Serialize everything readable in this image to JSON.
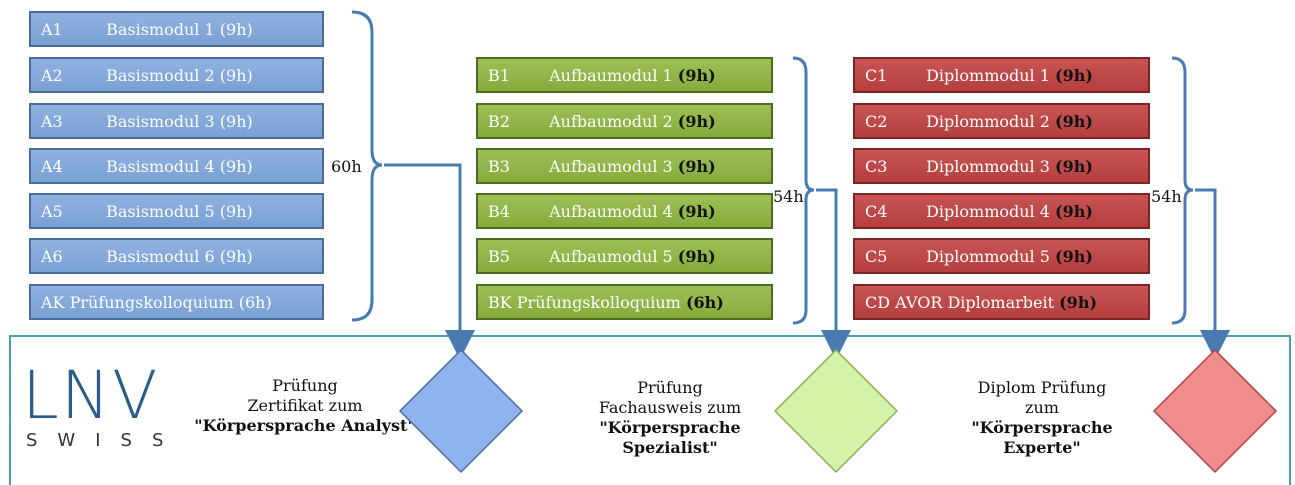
{
  "modules": {
    "a": [
      {
        "code": "A1",
        "name": "Basismodul 1",
        "hours": "(9h)"
      },
      {
        "code": "A2",
        "name": "Basismodul 2",
        "hours": "(9h)"
      },
      {
        "code": "A3",
        "name": "Basismodul 3",
        "hours": "(9h)"
      },
      {
        "code": "A4",
        "name": "Basismodul 4",
        "hours": "(9h)"
      },
      {
        "code": "A5",
        "name": "Basismodul 5",
        "hours": "(9h)"
      },
      {
        "code": "A6",
        "name": "Basismodul 6",
        "hours": "(9h)"
      },
      {
        "code": "AK",
        "name": "Prüfungskolloquium",
        "hours": "(6h)"
      }
    ],
    "b": [
      {
        "code": "B1",
        "name": "Aufbaumodul 1",
        "hours": "(9h)"
      },
      {
        "code": "B2",
        "name": "Aufbaumodul 2",
        "hours": "(9h)"
      },
      {
        "code": "B3",
        "name": "Aufbaumodul 3",
        "hours": "(9h)"
      },
      {
        "code": "B4",
        "name": "Aufbaumodul 4",
        "hours": "(9h)"
      },
      {
        "code": "B5",
        "name": "Aufbaumodul 5",
        "hours": "(9h)"
      },
      {
        "code": "BK",
        "name": "Prüfungskolloquium",
        "hours": "(6h)"
      }
    ],
    "c": [
      {
        "code": "C1",
        "name": "Diplommodul 1",
        "hours": "(9h)"
      },
      {
        "code": "C2",
        "name": "Diplommodul 2",
        "hours": "(9h)"
      },
      {
        "code": "C3",
        "name": "Diplommodul 3",
        "hours": "(9h)"
      },
      {
        "code": "C4",
        "name": "Diplommodul 4",
        "hours": "(9h)"
      },
      {
        "code": "C5",
        "name": "Diplommodul 5",
        "hours": "(9h)"
      },
      {
        "code": "CD",
        "name": "AVOR Diplomarbeit",
        "hours": "(9h)"
      }
    ]
  },
  "totals": {
    "a": "60h",
    "b": "54h",
    "c": "54h"
  },
  "exams": {
    "a": {
      "line1": "Prüfung",
      "line2": "Zertifikat zum",
      "line3": "\"Körpersprache Analyst\""
    },
    "b": {
      "line1": "Prüfung",
      "line2": "Fachausweis zum",
      "line3": "\"Körpersprache Spezialist\""
    },
    "c": {
      "line1": "Diplom Prüfung",
      "line2": "zum",
      "line3": "\"Körpersprache Experte\""
    }
  },
  "logo": {
    "main": "LNV",
    "sub": "SWISS"
  },
  "colors": {
    "a_fill": "#7aa0d4",
    "b_fill": "#86ab3c",
    "c_fill": "#b53f3f",
    "a_diamond": "#8fb3ee",
    "b_diamond": "#d4f2a8",
    "c_diamond": "#f08c8c",
    "connector": "#4a7bb0",
    "panel_border": "#4aa3b5"
  }
}
